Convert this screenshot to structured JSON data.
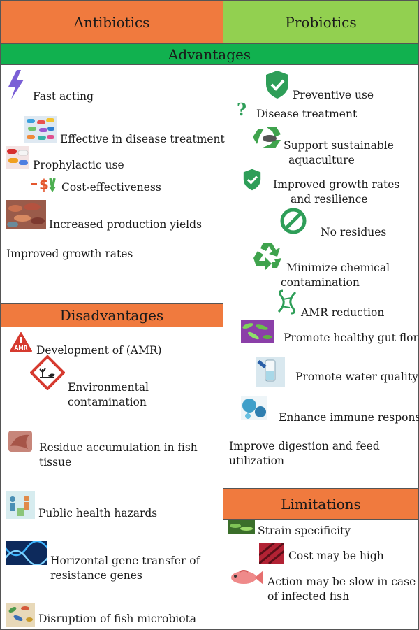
{
  "header": {
    "left_title": "Antibiotics",
    "right_title": "Probiotics",
    "advantages_title": "Advantages",
    "disadvantages_title": "Disadvantages",
    "limitations_title": "Limitations"
  },
  "colors": {
    "antibiotics_header": "#f07a3e",
    "probiotics_header": "#92d050",
    "advantages_bar": "#11b14f",
    "section_orange": "#f07a3e"
  },
  "antibiotics_advantages": [
    {
      "icon": "lightning-icon",
      "text": "Fast acting"
    },
    {
      "icon": "pills-icon",
      "text": "Effective in disease treatment"
    },
    {
      "icon": "capsules-icon",
      "text": "Prophylactic use"
    },
    {
      "icon": "dollar-down-icon",
      "text": "Cost-effectiveness"
    },
    {
      "icon": "fish-farm-photo-icon",
      "text": "Increased production yields"
    },
    {
      "icon": "",
      "text": "Improved growth rates"
    }
  ],
  "antibiotics_disadvantages": [
    {
      "icon": "amr-warning-icon",
      "text": "Development of (AMR)"
    },
    {
      "icon": "environment-hazard-icon",
      "lines": [
        "Environmental",
        "contamination"
      ]
    },
    {
      "icon": "fish-tissue-icon",
      "lines": [
        "Residue accumulation in fish",
        "tissue"
      ]
    },
    {
      "icon": "public-health-icon",
      "text": "Public health hazards"
    },
    {
      "icon": "dna-icon",
      "lines": [
        "Horizontal gene transfer of",
        "resistance genes"
      ]
    },
    {
      "icon": "microbiota-icon",
      "text": "Disruption of fish microbiota"
    }
  ],
  "probiotics_advantages": [
    {
      "icon": "shield-check-icon",
      "text": "Preventive use"
    },
    {
      "icon": "question-icon",
      "text": "Disease treatment"
    },
    {
      "icon": "recycle-fish-icon",
      "lines": [
        "Support sustainable",
        "aquaculture"
      ]
    },
    {
      "icon": "shield-check-icon",
      "lines": [
        "Improved growth rates",
        "and resilience"
      ]
    },
    {
      "icon": "no-symbol-icon",
      "text": "No residues"
    },
    {
      "icon": "recycle-icon",
      "lines": [
        "Minimize chemical",
        "contamination"
      ]
    },
    {
      "icon": "dna-strand-icon",
      "text": "AMR reduction"
    },
    {
      "icon": "gut-flora-icon",
      "text": "Promote healthy gut flora"
    },
    {
      "icon": "water-sample-icon",
      "text": "Promote water quality"
    },
    {
      "icon": "immune-cells-icon",
      "text": "Enhance immune response"
    },
    {
      "icon": "",
      "lines": [
        "Improve digestion and feed",
        "utilization"
      ]
    }
  ],
  "probiotics_limitations": [
    {
      "icon": "strain-icon",
      "text": "Strain specificity"
    },
    {
      "icon": "cost-icon",
      "text": "Cost may be high"
    },
    {
      "icon": "fish-icon",
      "lines": [
        "Action may be slow in case",
        "of infected fish"
      ]
    }
  ]
}
